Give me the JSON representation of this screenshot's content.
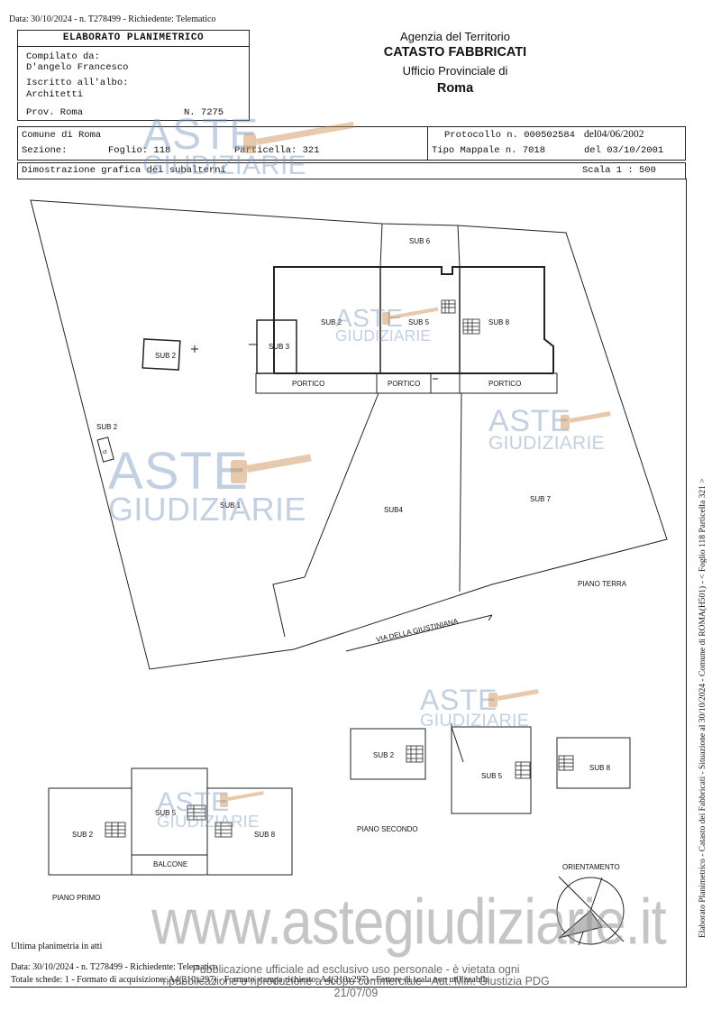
{
  "top_meta": "Data: 30/10/2024 - n. T278499 - Richiedente: Telematico",
  "header": {
    "title": "ELABORATO PLANIMETRICO",
    "compilato_label": "Compilato da:",
    "compilato_name": "D'angelo Francesco",
    "iscritto_label": "Iscritto all'albo:",
    "iscritto_value": "Architetti",
    "prov": "Prov. Roma",
    "numero": "N.  7275"
  },
  "agency": {
    "line1": "Agenzia del Territorio",
    "line2": "CATASTO FABBRICATI",
    "line3": "Ufficio Provinciale di",
    "line4": "Roma"
  },
  "info": {
    "comune": "Comune di Roma",
    "sezione": "Sezione:",
    "foglio": "Foglio: 118",
    "particella": "Particella: 321",
    "protocollo": "Protocollo n. 000502584",
    "protocollo_date": "del04/06/2002",
    "tipo_mappale": "Tipo Mappale n. 7018",
    "tipo_date": "del 03/10/2001",
    "dimostrazione": "Dimostrazione grafica dei subalterni",
    "scala": "Scala 1 : 500"
  },
  "plan_labels": {
    "sub6_top": "SUB 6",
    "sub2_main": "SUB 2",
    "sub5_main": "SUB 5",
    "sub8_main": "SUB 8",
    "sub3": "SUB 3",
    "sub2_small": "SUB 2",
    "sub2_side": "SUB 2",
    "portico1": "PORTICO",
    "portico2": "PORTICO",
    "portico3": "PORTICO",
    "sub1": "SUB 1",
    "sub4": "SUB4",
    "sub7": "SUB 7",
    "piano_terra": "PIANO TERRA",
    "via": "VIA DELLA GIUSTINIANA",
    "ps_sub2": "SUB 2",
    "ps_sub5": "SUB 5",
    "ps_sub8": "SUB 8",
    "piano_secondo": "PIANO SECONDO",
    "pp_sub2": "SUB 2",
    "pp_sub5": "SUB 5",
    "pp_sub8": "SUB 8",
    "balcone": "BALCONE",
    "piano_primo": "PIANO PRIMO",
    "orientamento": "ORIENTAMENTO",
    "ct": "ct"
  },
  "side_note": "Elaborato Planimetrico - Catasto dei Fabbricati - Situazione al 30/10/2024 - Comune di ROMA(H501) - < Foglio 118 Particella 321 >",
  "ultima": "Ultima planimetria in atti",
  "footer": {
    "line1": "Data: 30/10/2024 - n. T278499 - Richiedente: Telematico",
    "line2": "Totale schede: 1 - Formato di acquisizione: A4(210x297) - Formato stampa richiesto: A4(210x297) - Fattore di scala non utilizzabile"
  },
  "watermark": {
    "aste": "ASTE",
    "giudiziarie": "GIUDIZIARIE",
    "site": "www.astegiudiziarie.it",
    "pub_line1": "Pubblicazione ufficiale ad esclusivo uso personale - è vietata ogni",
    "pub_line2": "ripubblicazione o riproduzione a scopo commerciale - Aut. Min. Giustizia PDG 21/07/09"
  },
  "colors": {
    "ink": "#111111",
    "watermark_blue": "#7896be",
    "watermark_gray": "#969696",
    "gavel_orange": "#c98a4a"
  }
}
